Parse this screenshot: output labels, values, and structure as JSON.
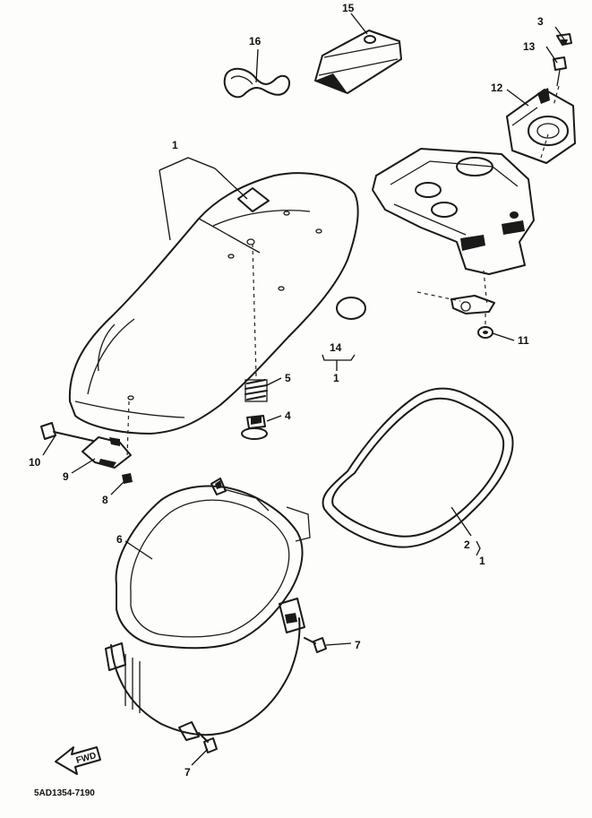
{
  "diagram": {
    "reference_code": "5AD1354-7190",
    "fwd_label": "FWD",
    "callouts": [
      {
        "id": "c1",
        "label": "1"
      },
      {
        "id": "c2",
        "label": "2"
      },
      {
        "id": "c2sub",
        "label": "1"
      },
      {
        "id": "c3",
        "label": "3"
      },
      {
        "id": "c4",
        "label": "4"
      },
      {
        "id": "c5",
        "label": "5"
      },
      {
        "id": "c6",
        "label": "6"
      },
      {
        "id": "c7a",
        "label": "7"
      },
      {
        "id": "c7b",
        "label": "7"
      },
      {
        "id": "c8",
        "label": "8"
      },
      {
        "id": "c9",
        "label": "9"
      },
      {
        "id": "c10",
        "label": "10"
      },
      {
        "id": "c11",
        "label": "11"
      },
      {
        "id": "c12",
        "label": "12"
      },
      {
        "id": "c13",
        "label": "13"
      },
      {
        "id": "c14",
        "label": "14"
      },
      {
        "id": "c14sub",
        "label": "1"
      },
      {
        "id": "c15",
        "label": "15"
      },
      {
        "id": "c16",
        "label": "16"
      }
    ]
  }
}
